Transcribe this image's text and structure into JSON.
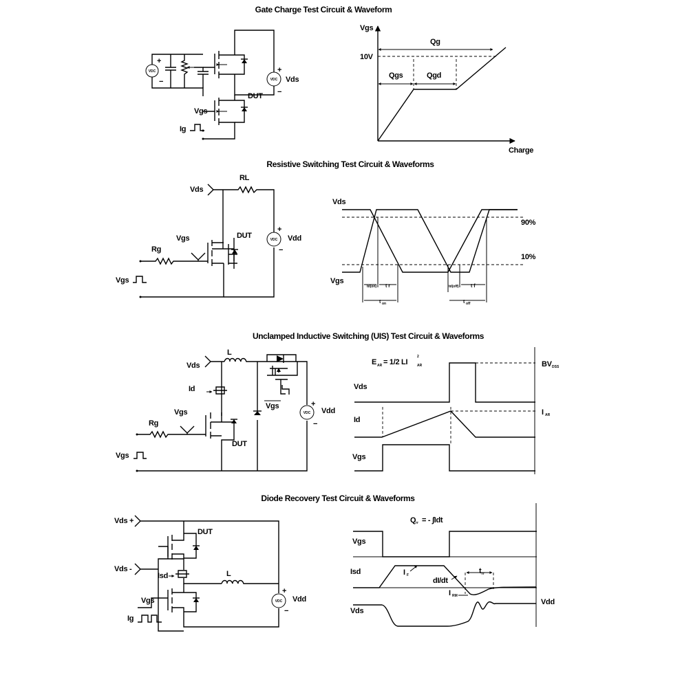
{
  "sections": {
    "gate_charge": {
      "title": "Gate Charge Test Circuit & Waveform",
      "labels": {
        "vdc_left": "VDC",
        "plus_left": "+",
        "minus_left": "−",
        "vdc_right": "VDC",
        "plus_right": "+",
        "minus_right": "−",
        "vds": "Vds",
        "dut": "DUT",
        "vgs": "Vgs",
        "ig": "Ig"
      },
      "waveform": {
        "y_axis": "Vgs",
        "x_axis": "Charge",
        "level_10v": "10V",
        "qg": "Qg",
        "qgs": "Qgs",
        "qgd": "Qgd"
      }
    },
    "resistive": {
      "title": "Resistive Switching Test Circuit & Waveforms",
      "labels": {
        "vds": "Vds",
        "rl": "RL",
        "vgs_gate": "Vgs",
        "dut": "DUT",
        "rg": "Rg",
        "vgs_in": "Vgs",
        "vdc": "VDC",
        "plus": "+",
        "minus": "−",
        "vdd": "Vdd"
      },
      "waveform": {
        "vds": "Vds",
        "vgs": "Vgs",
        "p90": "90%",
        "p10": "10%",
        "td_on": "td(on)",
        "tr": "t r",
        "t_on_main": "t",
        "t_on_sub": "on",
        "td_off": "td(off)",
        "tf": "t f",
        "t_off_main": "t",
        "t_off_sub": "off"
      }
    },
    "uis": {
      "title": "Unclamped Inductive Switching (UIS) Test Circuit & Waveforms",
      "labels": {
        "vds": "Vds",
        "l": "L",
        "id": "Id",
        "vgs_gate": "Vgs",
        "rg": "Rg",
        "dut": "DUT",
        "vgs_in": "Vgs",
        "vgs_bar": "Vgs",
        "vdc": "VDC",
        "plus": "+",
        "minus": "−",
        "vdd": "Vdd"
      },
      "waveform": {
        "formula_e": "E",
        "formula_ar1": "AR",
        "formula_mid": "= 1/2 LI",
        "formula_sq": "2",
        "formula_ar2": "AR",
        "vds": "Vds",
        "id": "Id",
        "vgs": "Vgs",
        "bv": "BV",
        "bv_sub": "DSS",
        "iar": "I",
        "iar_sub": "AR"
      }
    },
    "diode": {
      "title": "Diode Recovery Test Circuit & Waveforms",
      "labels": {
        "vds_plus": "Vds +",
        "vds_minus": "Vds -",
        "dut": "DUT",
        "isd": "Isd",
        "l": "L",
        "vgs": "Vgs",
        "ig": "Ig",
        "vdc": "VDC",
        "plus": "+",
        "minus": "−",
        "vdd": "Vdd"
      },
      "waveform": {
        "qrr_main": "Q",
        "qrr_sub": "rr",
        "qrr_rest": "= - ∫Idt",
        "vgs": "Vgs",
        "isd": "Isd",
        "if_main": "I",
        "if_sub": "F",
        "didt": "dI/dt",
        "trr_main": "t",
        "trr_sub": "rr",
        "irm_main": "I",
        "irm_sub": "RM",
        "vds": "Vds",
        "vdd": "Vdd"
      }
    }
  }
}
